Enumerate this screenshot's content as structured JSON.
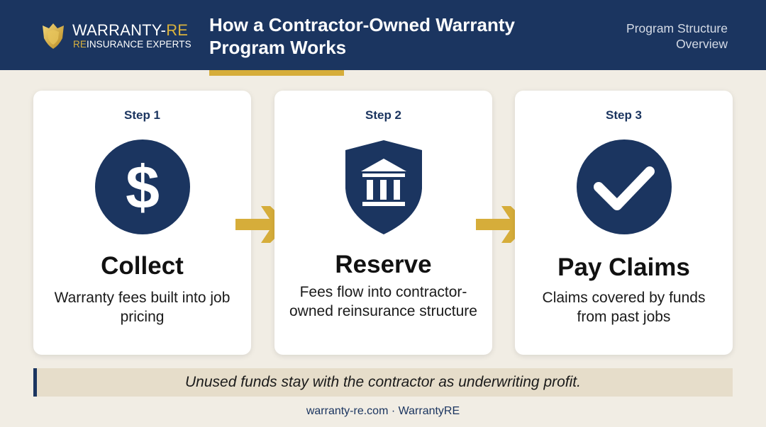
{
  "brand": {
    "name_main": "WARRANTY-",
    "name_accent": "RE",
    "tagline_accent": "RE",
    "tagline_rest": "INSURANCE EXPERTS",
    "logo_icon": "shield-icon"
  },
  "header": {
    "title": "How a Contractor-Owned Warranty Program Works",
    "tag_line1": "Program Structure",
    "tag_line2": "Overview"
  },
  "steps": [
    {
      "label": "Step 1",
      "title": "Collect",
      "desc": "Warranty fees built into job pricing",
      "icon": "dollar-sign-icon"
    },
    {
      "label": "Step 2",
      "title": "Reserve",
      "desc": "Fees flow into contractor-owned reinsurance structure",
      "icon": "bank-shield-icon"
    },
    {
      "label": "Step 3",
      "title": "Pay Claims",
      "desc": "Claims covered by funds from past jobs",
      "icon": "check-circle-icon"
    }
  ],
  "banner": {
    "text": "Unused funds stay with the contractor as underwriting profit."
  },
  "footer": {
    "text": "warranty-re.com · WarrantyRE"
  },
  "colors": {
    "navy": "#1b3560",
    "gold": "#d6ad3a",
    "background": "#f1ede4",
    "banner": "#e6ddca"
  }
}
